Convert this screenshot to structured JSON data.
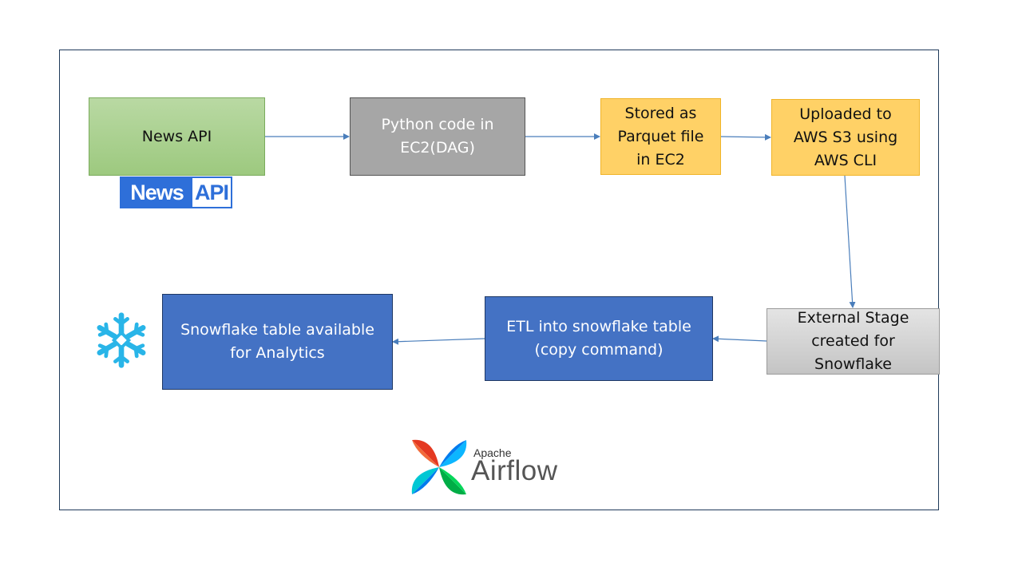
{
  "nodes": {
    "news_api": "News API",
    "python_code": [
      "Python code in",
      "EC2(DAG)"
    ],
    "stored_parquet": [
      "Stored as",
      "Parquet file",
      "in EC2"
    ],
    "uploaded_s3": [
      "Uploaded to",
      "AWS S3 using",
      "AWS CLI"
    ],
    "external_stage": [
      "External Stage",
      "created for",
      "Snowflake"
    ],
    "etl": [
      "ETL into snowflake table",
      "(copy command)"
    ],
    "snowflake_table": [
      "Snowflake table available",
      "for Analytics"
    ]
  },
  "logos": {
    "news_api_logo": {
      "left": "News",
      "right": "API"
    },
    "airflow": {
      "small": "Apache",
      "big": "Airflow"
    },
    "snowflake_icon": "snowflake-icon"
  },
  "colors": {
    "arrow": "#4a7ebb",
    "blue_box": "#4472c4",
    "orange_box": "#ffd166",
    "green_box": "#a9d18e",
    "snowflake": "#29b5e8"
  }
}
